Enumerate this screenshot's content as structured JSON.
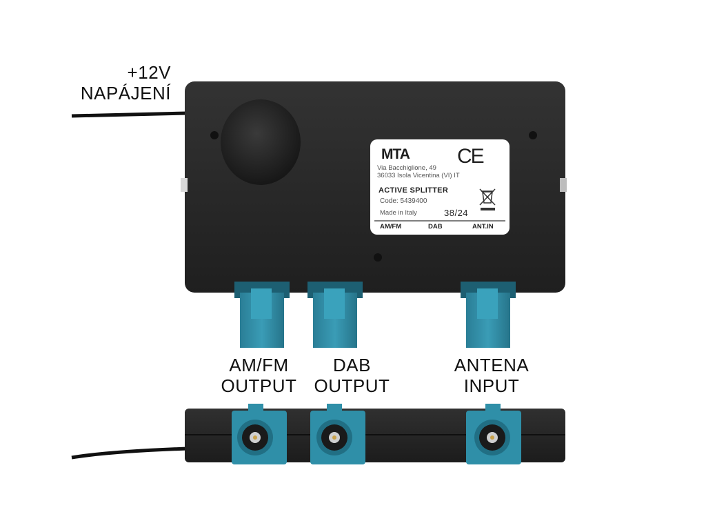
{
  "power_caption": [
    "+12V",
    "NAPÁJENÍ"
  ],
  "connector_captions": {
    "amfm": [
      "AM/FM",
      "OUTPUT"
    ],
    "dab": [
      "DAB",
      "OUTPUT"
    ],
    "antenna": [
      "ANTENA",
      "INPUT"
    ]
  },
  "device_label": {
    "brand": "MTA",
    "ce_mark": "CE",
    "address_lines": [
      "Via Bacchiglione, 49",
      "36033 Isola Vicentina (VI) IT"
    ],
    "product": "ACTIVE SPLITTER",
    "code": "Code: 5439400",
    "made_in": "Made in Italy",
    "batch": "38/24",
    "ports": [
      "AM/FM",
      "DAB",
      "ANT.IN"
    ]
  },
  "colors": {
    "housing": "#2a2a2a",
    "connector": "#2f8fa8",
    "label_bg": "#ffffff",
    "cable": "#111111"
  },
  "icons": [
    "weee-crossed-bin-icon"
  ]
}
